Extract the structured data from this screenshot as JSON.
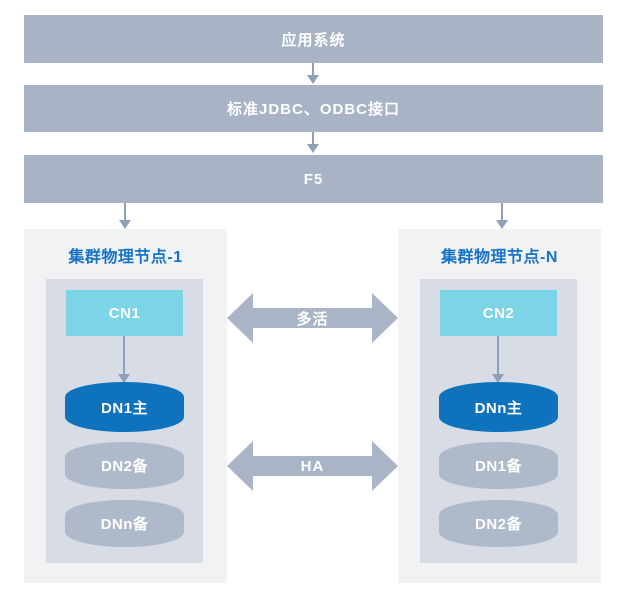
{
  "top_bars": {
    "app": "应用系统",
    "interface": "标准JDBC、ODBC接口",
    "load_balancer": "F5"
  },
  "clusters": [
    {
      "title": "集群物理节点-1",
      "cn": "CN1",
      "dns": [
        {
          "label": "DN1主",
          "role": "primary"
        },
        {
          "label": "DN2备",
          "role": "standby"
        },
        {
          "label": "DNn备",
          "role": "standby"
        }
      ]
    },
    {
      "title": "集群物理节点-N",
      "cn": "CN2",
      "dns": [
        {
          "label": "DNn主",
          "role": "primary"
        },
        {
          "label": "DN1备",
          "role": "standby"
        },
        {
          "label": "DN2备",
          "role": "standby"
        }
      ]
    }
  ],
  "cross_links": [
    {
      "label": "多活"
    },
    {
      "label": "HA"
    }
  ],
  "colors": {
    "bar-bg": "#a8b4c6",
    "cross-arrow-bg": "#a9b5c7",
    "small-arrow": "#8ea0b7",
    "cluster-bg": "#f1f2f4",
    "panel-bg": "#d8dce4",
    "cn-bg": "#7cd4e7",
    "dn-primary-bg": "#0e72bc",
    "dn-standby-bg": "#aeb9ca",
    "title-color": "#1673c6",
    "text-on-fill": "#ffffff"
  }
}
